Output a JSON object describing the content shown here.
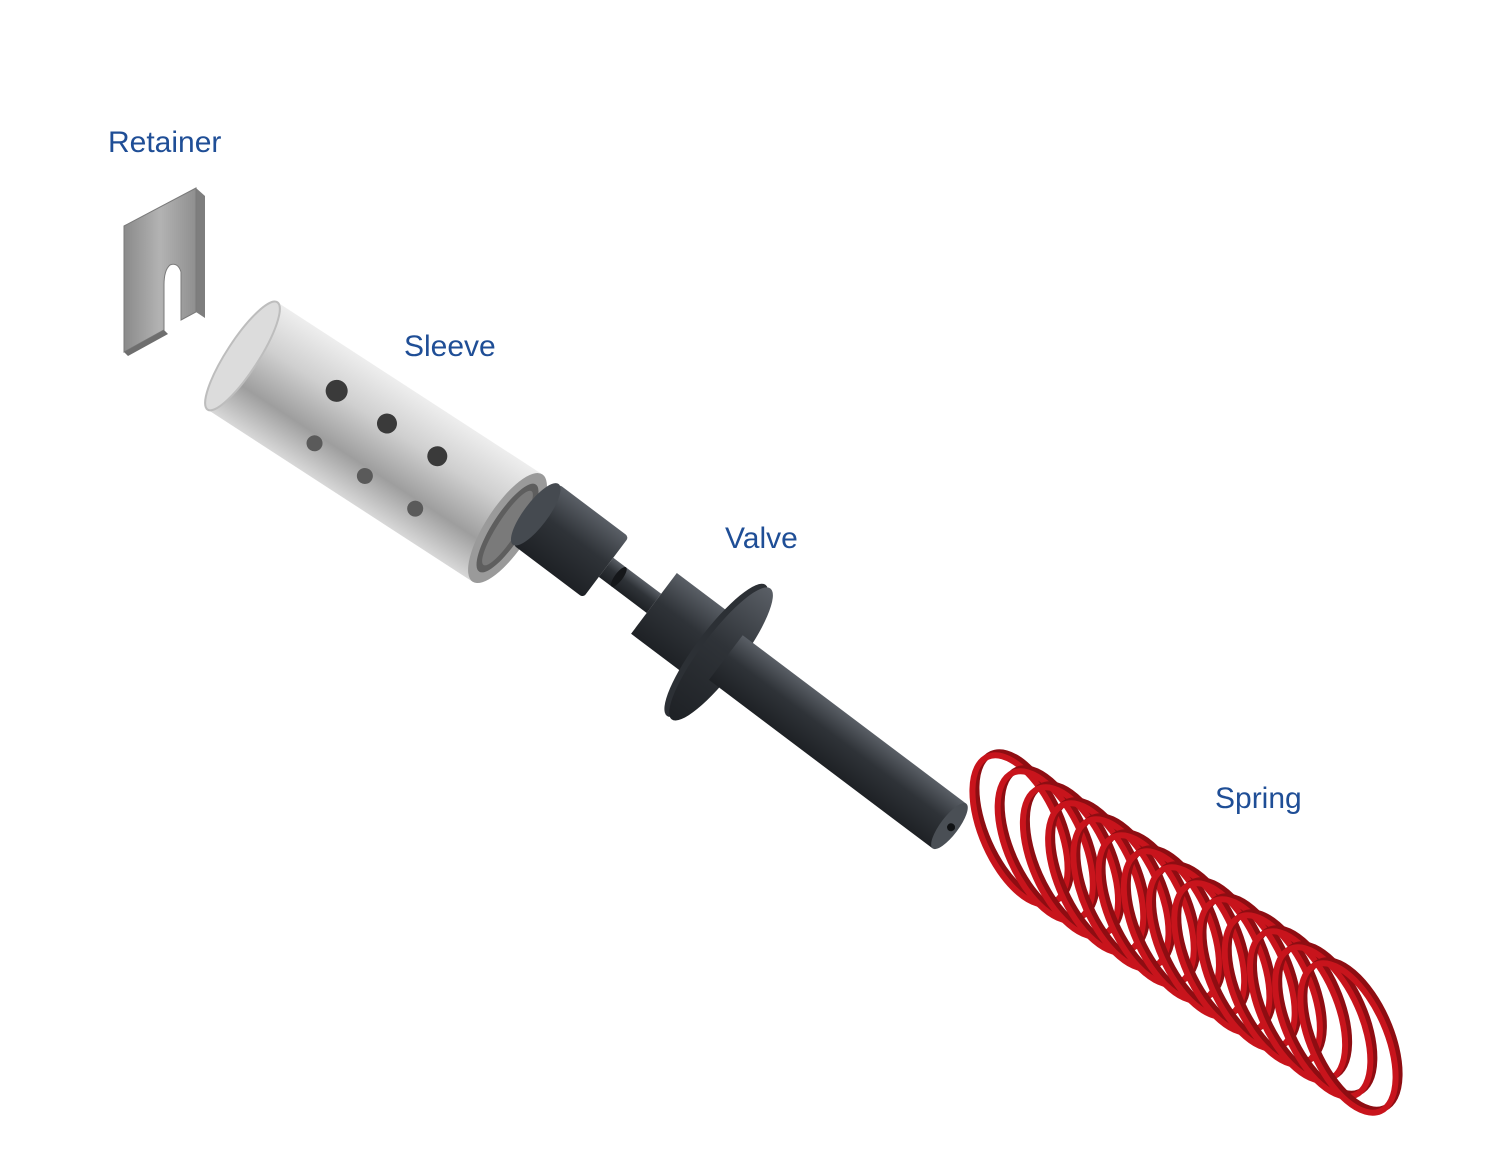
{
  "diagram": {
    "label_color": "#1f4e96",
    "parts": [
      {
        "id": "retainer",
        "label": "Retainer",
        "color": "#9a9a9a",
        "icon": "retainer-clip-icon"
      },
      {
        "id": "sleeve",
        "label": "Sleeve",
        "color": "#c4c4c4",
        "icon": "sleeve-tube-icon"
      },
      {
        "id": "valve",
        "label": "Valve",
        "color": "#3b3f44",
        "icon": "valve-spool-icon"
      },
      {
        "id": "spring",
        "label": "Spring",
        "color": "#c8141c",
        "icon": "coil-spring-icon"
      }
    ]
  }
}
